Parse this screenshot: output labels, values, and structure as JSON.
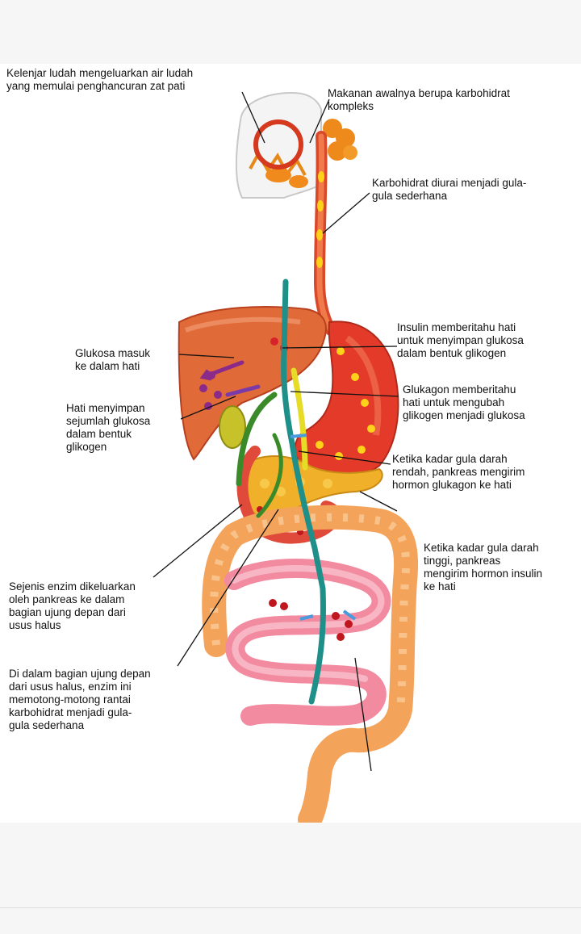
{
  "diagram": {
    "labels": {
      "salivary_gland": [
        "Kelenjar ludah mengeluarkan air ludah",
        "yang memulai penghancuran zat pati"
      ],
      "complex_carbs": [
        "Makanan awalnya berupa karbohidrat",
        "kompleks"
      ],
      "simple_sugars": [
        "Karbohidrat diurai menjadi gula-",
        "gula sederhana"
      ],
      "insulin_liver": [
        "Insulin memberitahu hati",
        "untuk menyimpan glukosa",
        "dalam bentuk glikogen"
      ],
      "glucose_enters": [
        "Glukosa masuk",
        "ke dalam hati"
      ],
      "glucagon_liver": [
        "Glukagon memberitahu",
        "hati untuk mengubah",
        "glikogen menjadi glukosa"
      ],
      "liver_stores": [
        "Hati menyimpan",
        "sejumlah glukosa",
        "dalam bentuk",
        "glikogen"
      ],
      "low_blood_sugar": [
        "Ketika kadar gula darah",
        "rendah, pankreas mengirim",
        "hormon glukagon ke hati"
      ],
      "high_blood_sugar": [
        "Ketika kadar gula darah",
        "tinggi, pankreas",
        "mengirim hormon insulin",
        "ke hati"
      ],
      "enzyme_released": [
        "Sejenis enzim dikeluarkan",
        "oleh pankreas ke dalam",
        "bagian ujung depan dari",
        "usus halus"
      ],
      "enzyme_cuts": [
        "Di dalam bagian ujung depan",
        "dari usus halus, enzim ini",
        "memotong-motong rantai",
        "karbohidrat menjadi gula-",
        "gula sederhana"
      ]
    }
  }
}
